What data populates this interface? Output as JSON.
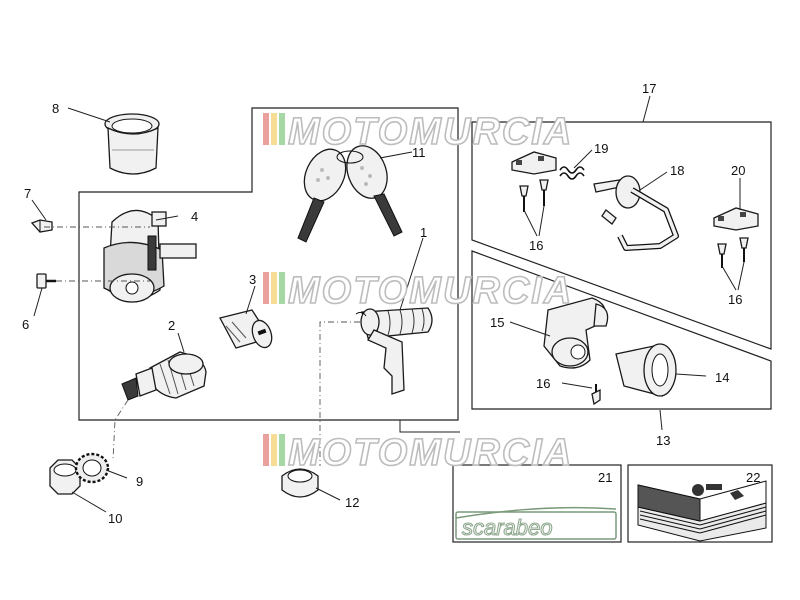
{
  "diagram": {
    "labels": [
      "1",
      "2",
      "3",
      "4",
      "6",
      "7",
      "8",
      "10",
      "11",
      "12",
      "13",
      "14",
      "15",
      "16",
      "17",
      "18",
      "19",
      "20",
      "21",
      "22"
    ],
    "extra_labels": {
      "nine": "9",
      "sixteen_b": "16",
      "sixteen_c": "16"
    },
    "watermark": "MOTOMURCIA",
    "brand_logo": "scarabeo",
    "colors": {
      "stripe_red": "#d9534f",
      "stripe_yellow": "#f0c040",
      "stripe_green": "#5cb85c",
      "logo_border": "#7a9a7a"
    }
  }
}
